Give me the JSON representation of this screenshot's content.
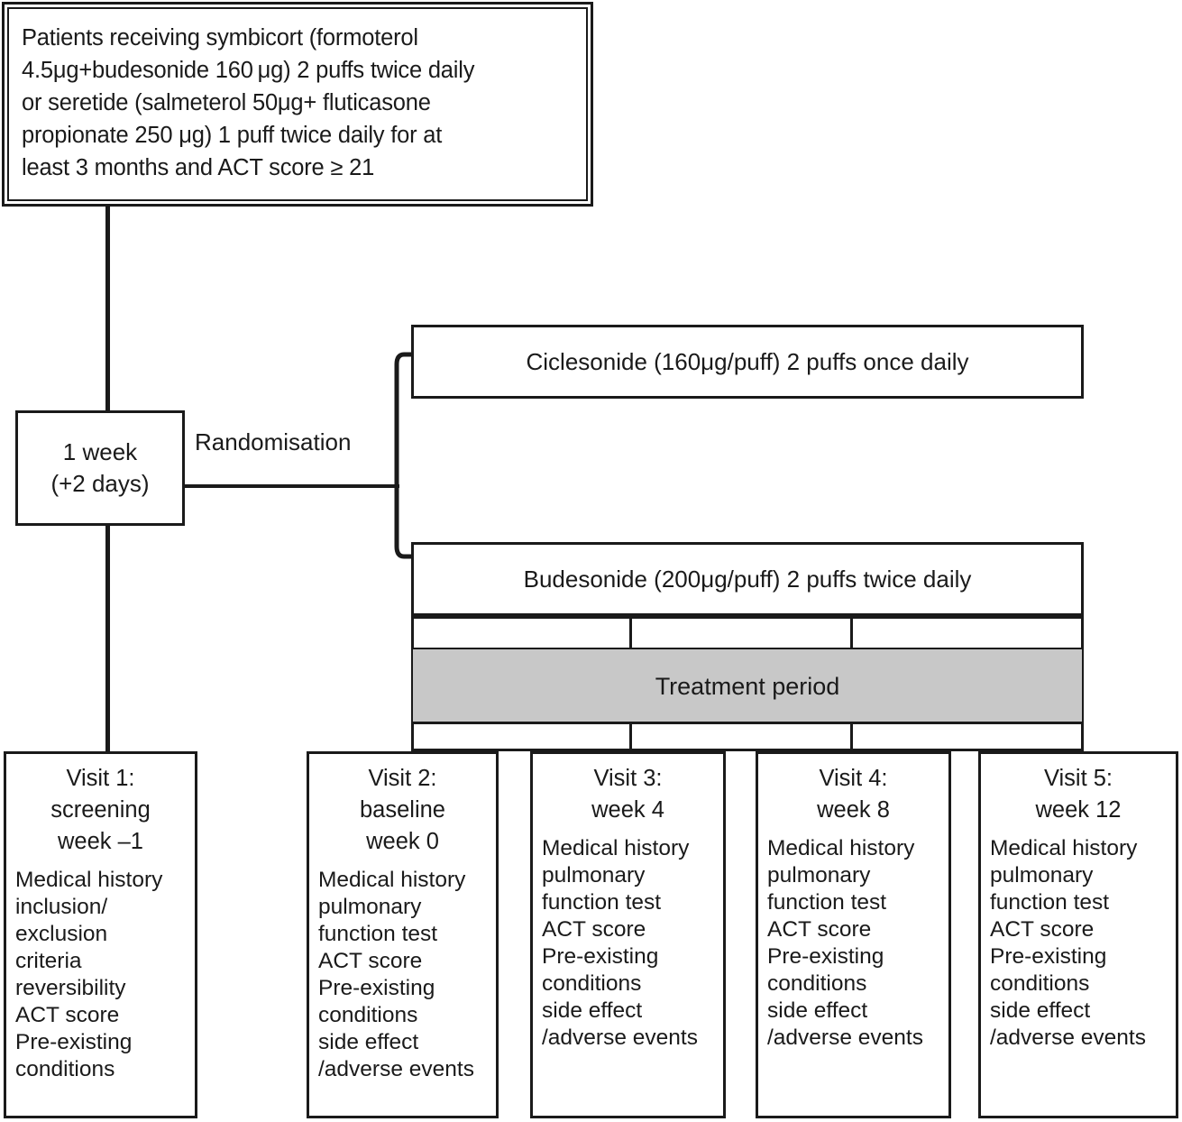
{
  "diagram": {
    "title": "Study design flowchart",
    "colors": {
      "line": "#1a1a1a",
      "box_fill": "#ffffff",
      "treatment_period_fill": "#c8c8c8"
    }
  },
  "eligibility": {
    "text": "Patients receiving symbicort (formoterol\n4.5μg+budesonide 160 μg) 2 puffs twice daily\nor seretide (salmeterol 50μg+ fluticasone\npropionate 250 μg) 1 puff twice daily for at\nleast 3 months and ACT score ≥ 21"
  },
  "runin": {
    "text": "1 week\n(+2 days)"
  },
  "randomisation": {
    "label": "Randomisation"
  },
  "arms": [
    {
      "id": "ciclesonide",
      "label": "Ciclesonide (160μg/puff) 2 puffs once daily"
    },
    {
      "id": "budesonide",
      "label": "Budesonide (200μg/puff) 2 puffs twice daily"
    }
  ],
  "treatment_period": {
    "label": "Treatment period"
  },
  "visits": [
    {
      "id": "visit-1",
      "head": "Visit 1:\nscreening\nweek –1",
      "body": "Medical history\ninclusion/\nexclusion\ncriteria\nreversibility\nACT score\nPre-existing\nconditions"
    },
    {
      "id": "visit-2",
      "head": "Visit 2:\nbaseline\nweek 0",
      "body": "Medical history\npulmonary\nfunction test\nACT score\nPre-existing\nconditions\nside effect\n/adverse events"
    },
    {
      "id": "visit-3",
      "head": "Visit 3:\nweek 4",
      "body": "Medical history\npulmonary\nfunction test\nACT score\nPre-existing\nconditions\nside effect\n/adverse events"
    },
    {
      "id": "visit-4",
      "head": "Visit 4:\nweek 8",
      "body": "Medical history\npulmonary\nfunction test\nACT score\nPre-existing\nconditions\nside effect\n/adverse events"
    },
    {
      "id": "visit-5",
      "head": "Visit 5:\nweek 12",
      "body": "Medical history\npulmonary\nfunction test\nACT score\nPre-existing\nconditions\nside effect\n/adverse events"
    }
  ]
}
